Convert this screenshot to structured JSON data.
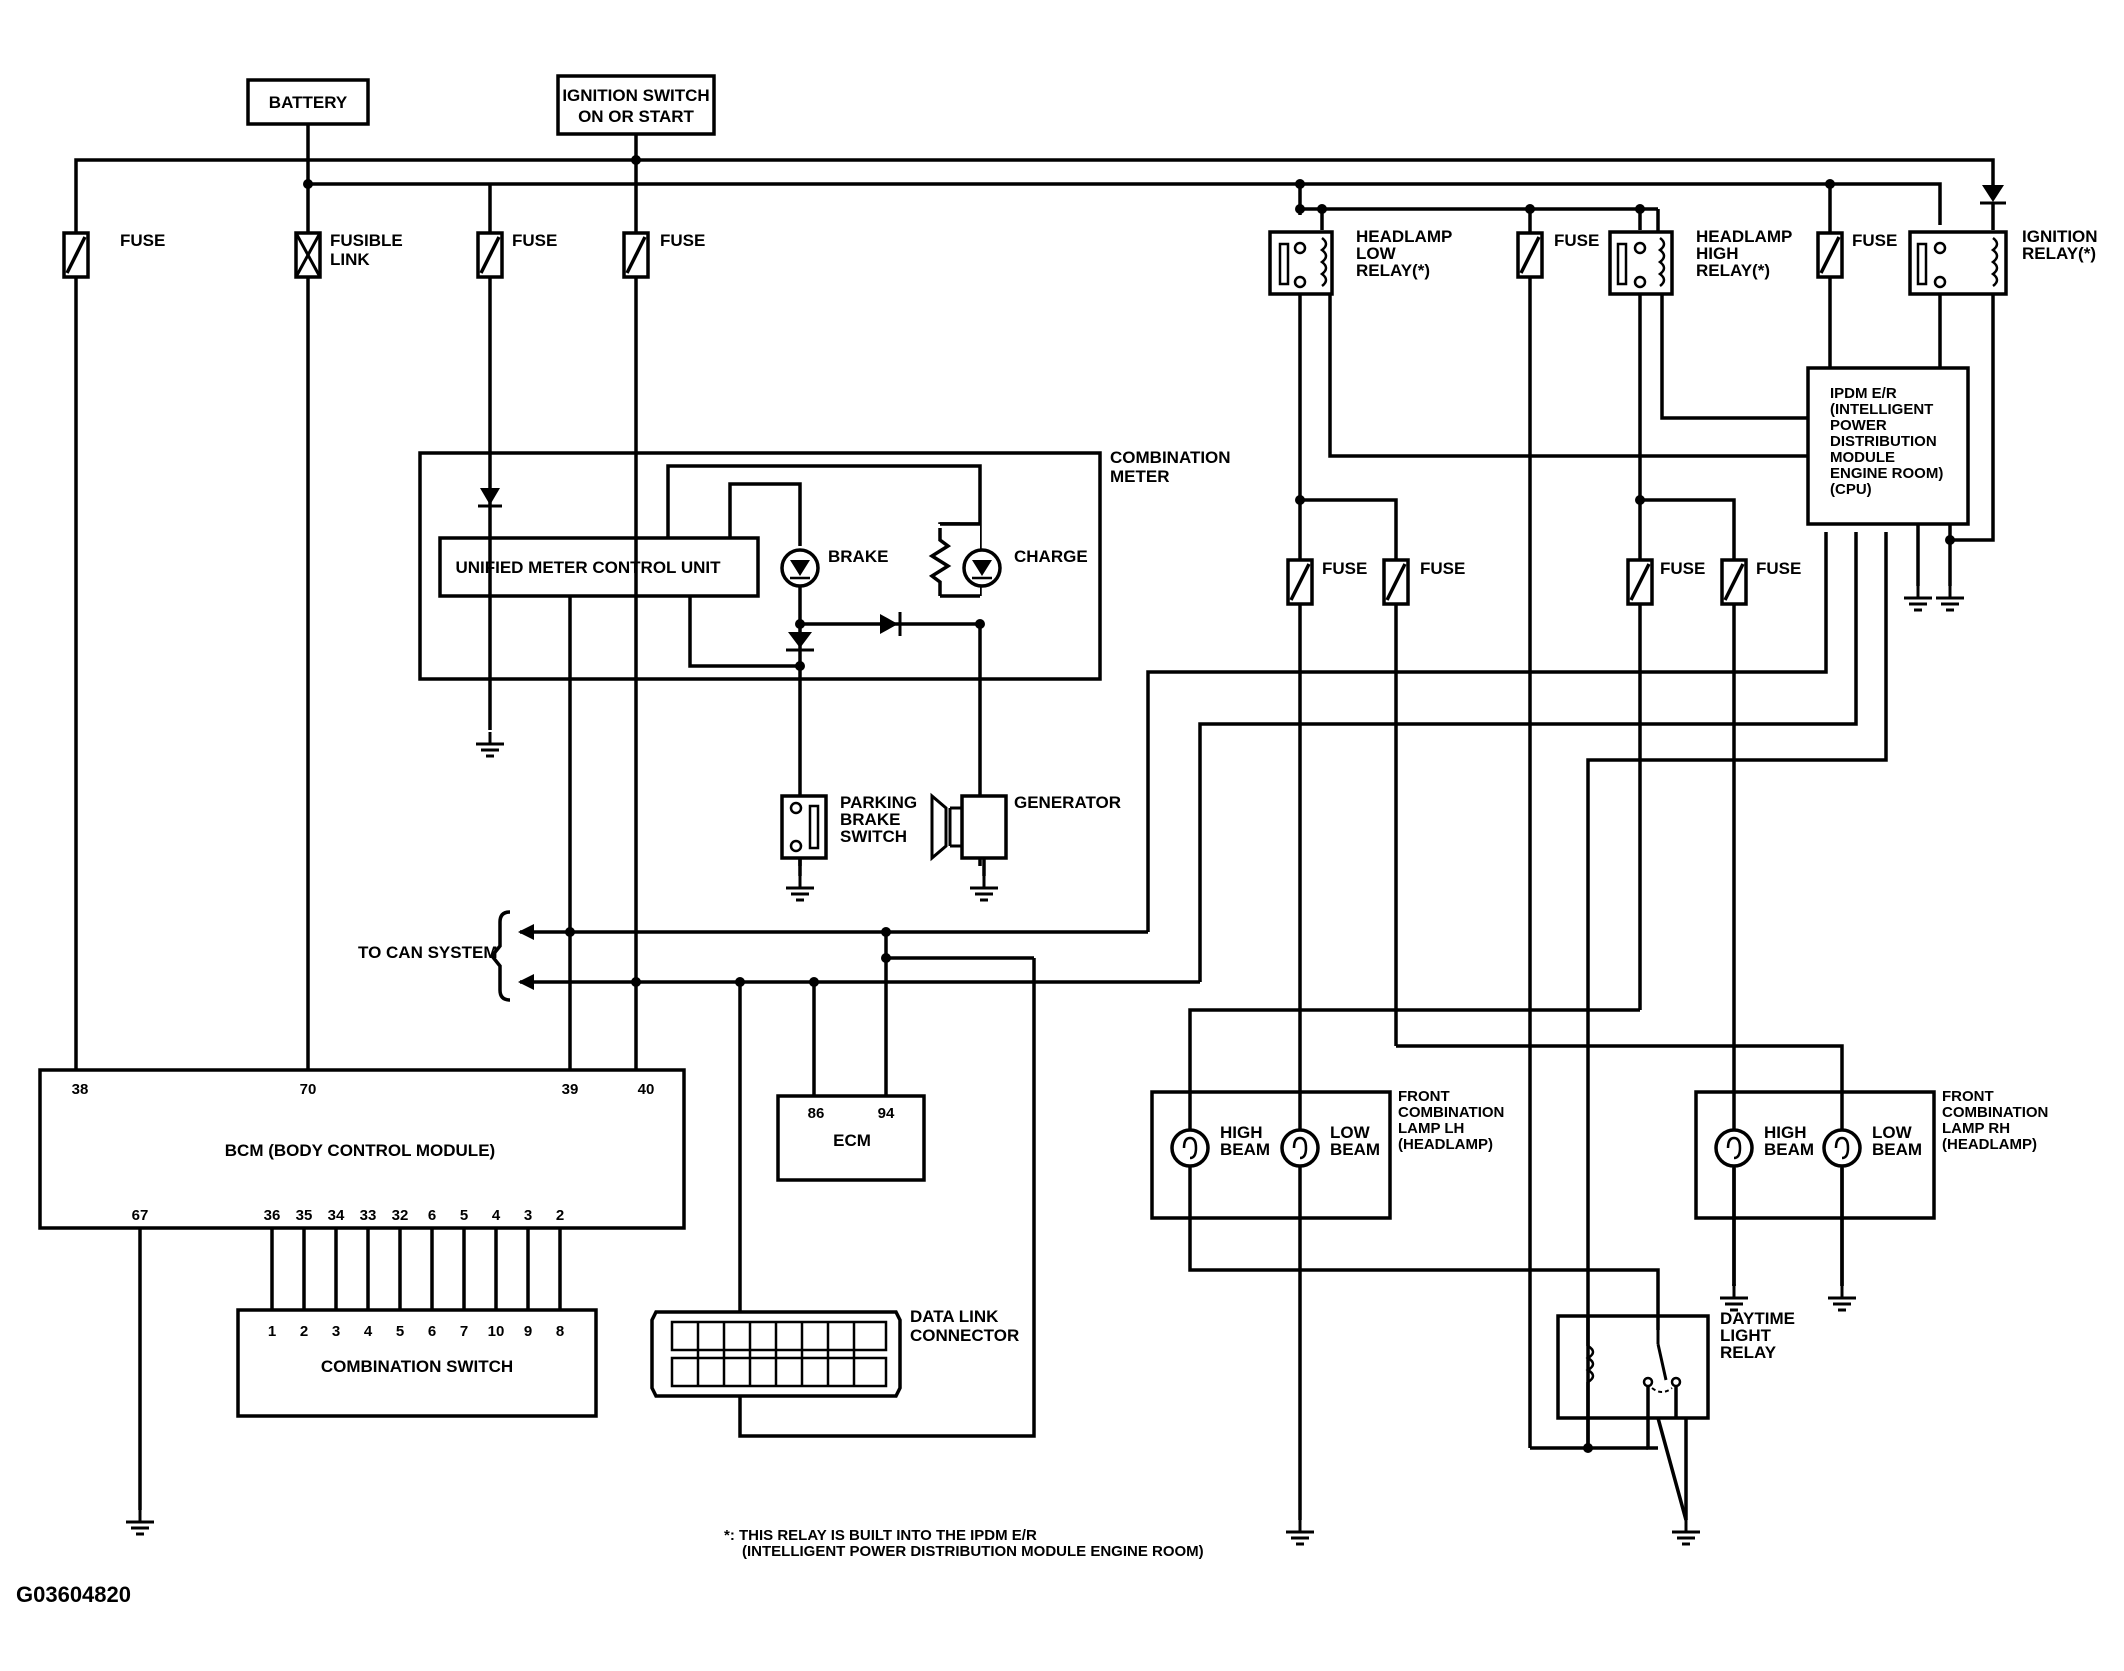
{
  "power": {
    "battery": "BATTERY",
    "ignition_line1": "IGNITION SWITCH",
    "ignition_line2": "ON OR START"
  },
  "fuses": {
    "fuse": "FUSE",
    "fusible_line1": "FUSIBLE",
    "fusible_line2": "LINK"
  },
  "relays": {
    "low_line1": "HEADLAMP",
    "low_line2": "LOW",
    "low_line3": "RELAY(*)",
    "high_line1": "HEADLAMP",
    "high_line2": "HIGH",
    "high_line3": "RELAY(*)",
    "ign_line1": "IGNITION",
    "ign_line2": "RELAY(*)"
  },
  "ipdm": {
    "lines": [
      "IPDM E/R",
      "(INTELLIGENT",
      "POWER",
      "DISTRIBUTION",
      "MODULE",
      "ENGINE ROOM)",
      "(CPU)"
    ]
  },
  "meter": {
    "title_line1": "COMBINATION",
    "title_line2": "METER",
    "unit": "UNIFIED METER CONTROL UNIT",
    "brake": "BRAKE",
    "charge": "CHARGE"
  },
  "components": {
    "parking_line1": "PARKING",
    "parking_line2": "BRAKE",
    "parking_line3": "SWITCH",
    "generator": "GENERATOR",
    "can": "TO CAN SYSTEM",
    "ecm": "ECM",
    "ecm_pin_a": "86",
    "ecm_pin_b": "94",
    "dlc_line1": "DATA LINK",
    "dlc_line2": "CONNECTOR"
  },
  "bcm": {
    "label": "BCM (BODY CONTROL MODULE)",
    "top_pins": [
      "38",
      "70",
      "39",
      "40"
    ],
    "bottom_pins": [
      "67",
      "36",
      "35",
      "34",
      "33",
      "32",
      "6",
      "5",
      "4",
      "3",
      "2"
    ]
  },
  "combination_switch": {
    "label": "COMBINATION SWITCH",
    "pins": [
      "1",
      "2",
      "3",
      "4",
      "5",
      "6",
      "7",
      "10",
      "9",
      "8"
    ]
  },
  "lamps": {
    "lh_line1": "FRONT",
    "lh_line2": "COMBINATION",
    "lh_line3": "LAMP LH",
    "lh_line4": "(HEADLAMP)",
    "rh_line1": "FRONT",
    "rh_line2": "COMBINATION",
    "rh_line3": "LAMP RH",
    "rh_line4": "(HEADLAMP)",
    "high": "HIGH",
    "low": "LOW",
    "beam": "BEAM"
  },
  "daytime": {
    "line1": "DAYTIME",
    "line2": "LIGHT",
    "line3": "RELAY"
  },
  "footnote": {
    "line1": "*: THIS RELAY IS BUILT INTO THE IPDM E/R",
    "line2": "(INTELLIGENT POWER DISTRIBUTION MODULE ENGINE ROOM)"
  },
  "figure_id": "G03604820"
}
